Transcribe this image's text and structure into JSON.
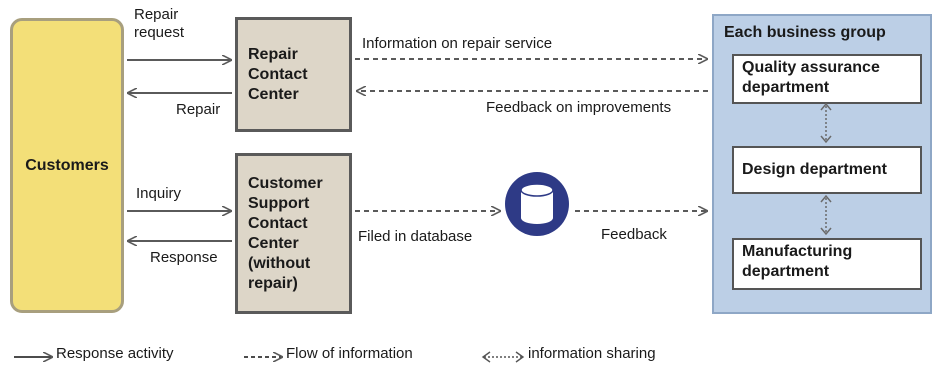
{
  "customers": {
    "label": "Customers"
  },
  "repair_center": {
    "label": "Repair Contact Center"
  },
  "support_center": {
    "label": "Customer Support Contact Center (without repair)"
  },
  "business_group": {
    "title": "Each business group",
    "departments": [
      "Quality assurance department",
      "Design department",
      "Manufacturing department"
    ]
  },
  "labels": {
    "repair_request": "Repair request",
    "repair": "Repair",
    "inquiry": "Inquiry",
    "response": "Response",
    "info_repair_service": "Information on repair service",
    "feedback_improvements": "Feedback on improvements",
    "filed_in_database": "Filed in database",
    "feedback": "Feedback"
  },
  "legend": {
    "response_activity": "Response activity",
    "flow_of_information": "Flow of information",
    "information_sharing": "information sharing"
  },
  "colors": {
    "customers_fill": "#f3df78",
    "center_fill": "#ddd6c8",
    "group_fill": "#bccfe6",
    "database": "#2e3a86"
  }
}
